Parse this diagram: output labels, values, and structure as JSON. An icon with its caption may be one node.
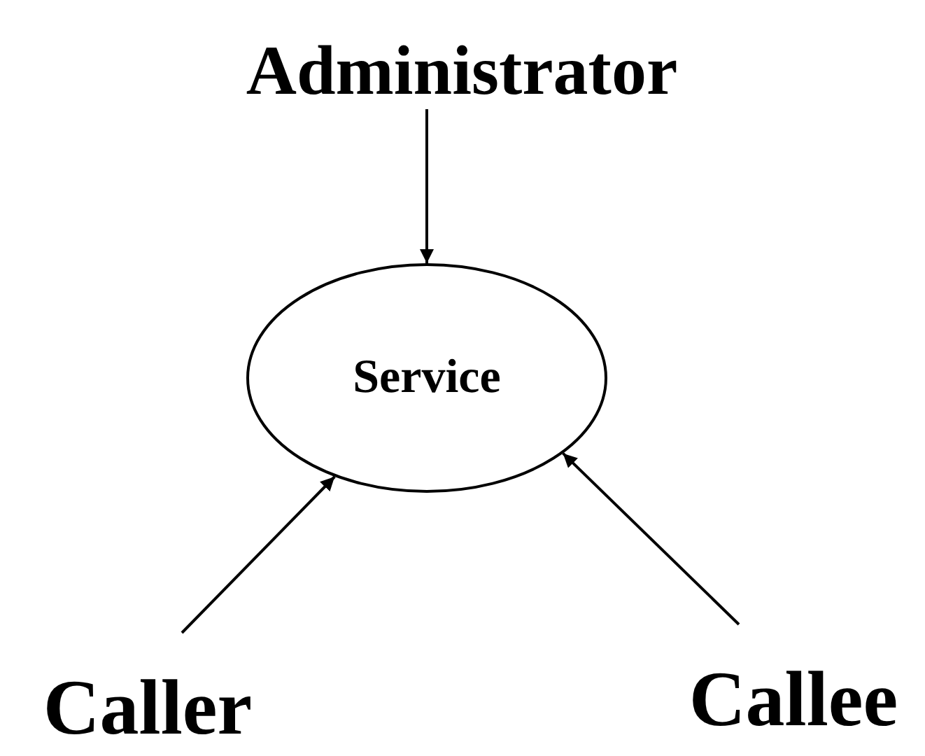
{
  "diagram": {
    "nodes": [
      {
        "text": [
          "Administrator"
        ]
      },
      {
        "text": [
          "Service"
        ]
      },
      {
        "text": [
          "Caller"
        ]
      },
      {
        "text": [
          "Callee"
        ]
      }
    ],
    "edges": [
      {
        "from": 0,
        "to": 1,
        "arrow": "to"
      },
      {
        "from": 2,
        "to": 1,
        "arrow": "to"
      },
      {
        "from": 3,
        "to": 1,
        "arrow": "to"
      }
    ]
  }
}
